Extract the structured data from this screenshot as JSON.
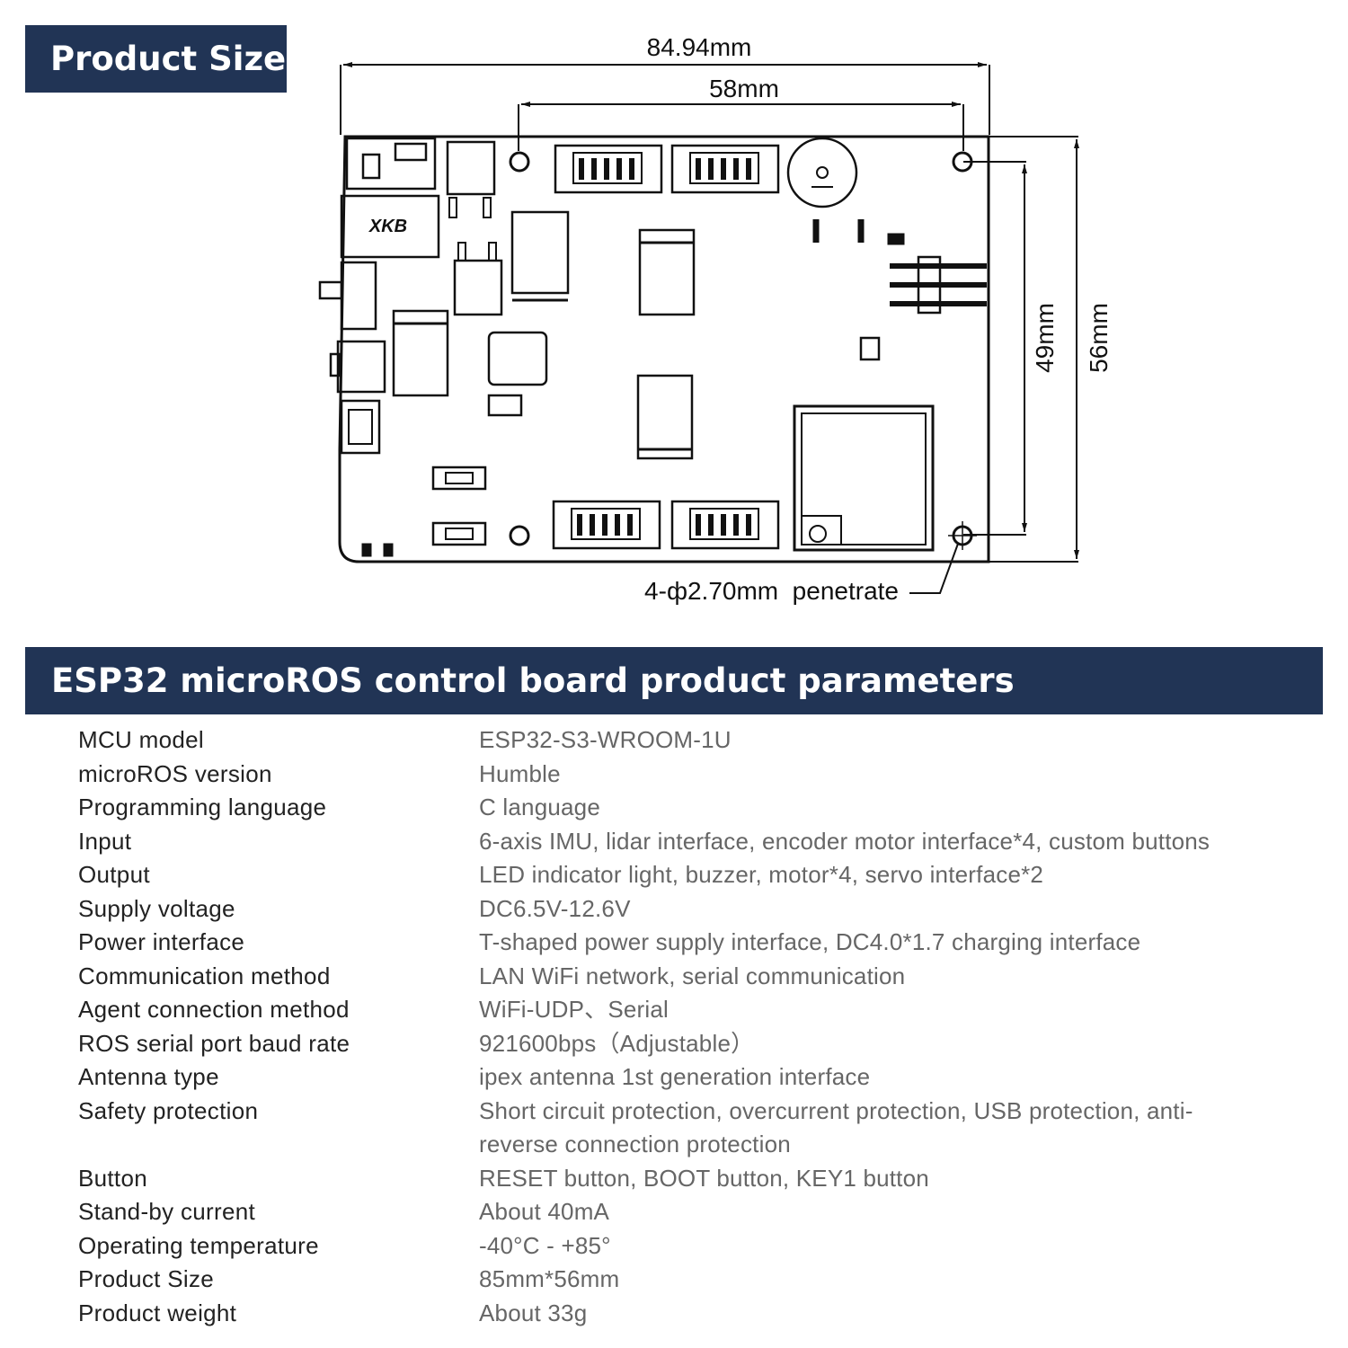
{
  "size_section": {
    "title": "Product Size",
    "dimensions": {
      "total_width": "84.94mm",
      "hole_width": "58mm",
      "hole_height": "49mm",
      "total_height": "56mm",
      "hole_note": "4-ф2.70mm  penetrate"
    },
    "silkscreen_label": "XKB"
  },
  "params_section": {
    "title": "ESP32 microROS control board product parameters",
    "rows": [
      {
        "label": "MCU model",
        "value": "ESP32-S3-WROOM-1U"
      },
      {
        "label": "microROS version",
        "value": "Humble"
      },
      {
        "label": "Programming language",
        "value": "C language"
      },
      {
        "label": "Input",
        "value": "6-axis IMU, lidar interface, encoder motor interface*4, custom buttons"
      },
      {
        "label": "Output",
        "value": "LED indicator light, buzzer, motor*4, servo interface*2"
      },
      {
        "label": "Supply voltage",
        "value": "DC6.5V-12.6V"
      },
      {
        "label": "Power interface",
        "value": "T-shaped power supply interface, DC4.0*1.7 charging interface"
      },
      {
        "label": "Communication method",
        "value": "LAN WiFi network, serial communication"
      },
      {
        "label": "Agent connection method",
        "value": "WiFi-UDP、Serial"
      },
      {
        "label": "ROS serial port baud rate",
        "value": "921600bps（Adjustable）"
      },
      {
        "label": "Antenna type",
        "value": "ipex antenna 1st generation interface"
      },
      {
        "label": "Safety protection",
        "value": "Short circuit protection, overcurrent protection, USB protection, anti-reverse connection protection"
      },
      {
        "label": "Button",
        "value": "RESET button, BOOT button, KEY1 button"
      },
      {
        "label": "Stand-by current",
        "value": "About 40mA"
      },
      {
        "label": "Operating temperature",
        "value": "-40°C - +85°"
      },
      {
        "label": "Product Size",
        "value": "85mm*56mm"
      },
      {
        "label": "Product weight",
        "value": "About 33g"
      }
    ]
  }
}
